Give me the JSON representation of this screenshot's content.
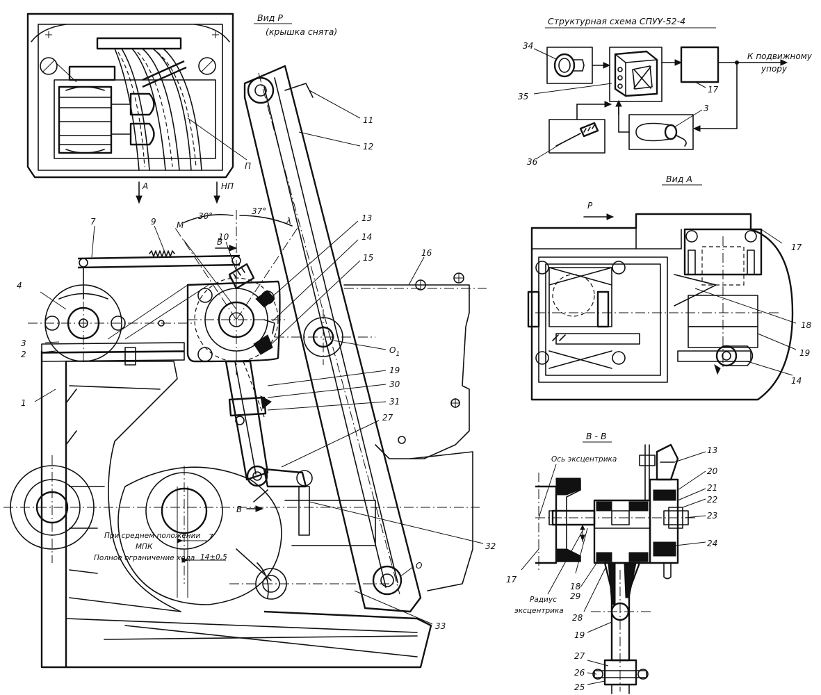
{
  "titles": {
    "view_p": "Вид Р",
    "view_p_note": "(крышка снята)",
    "block_diagram": "Структурная схема СПУУ-52-4",
    "view_a": "Вид А",
    "section_bb": "В - В"
  },
  "annotations": {
    "to_stop": "К подвижному",
    "to_stop_2": "упору",
    "eccentric_axis": "Ось эксцентрика",
    "eccentric_radius": "Радиус",
    "eccentric_radius_2": "эксцентрика",
    "middle_position": "При среднем положении",
    "mpk": "МПК",
    "full_travel": "Полное ограничение хода",
    "dim_7": "7",
    "dim_14": "14±0,5",
    "angle_30": "30°",
    "angle_37": "37°"
  },
  "arrows": {
    "a": "А",
    "np": "НП",
    "p": "Р",
    "m": "М",
    "b_upper": "В",
    "b_lower": "В"
  },
  "callouts_main": {
    "c1": "1",
    "c2": "2",
    "c3": "3",
    "c4": "4",
    "c7": "7",
    "c9": "9",
    "c10": "10",
    "c11": "11",
    "c12": "12",
    "c13": "13",
    "c14": "14",
    "c15": "15",
    "c16": "16",
    "c19": "19",
    "c30": "30",
    "c31": "31",
    "c27": "27",
    "c32": "32",
    "c33": "33",
    "o1": "О",
    "o1sub": "1",
    "o": "О",
    "p_cable": "П",
    "angle_letter": "λ"
  },
  "callouts_block": {
    "c34": "34",
    "c35": "35",
    "c36": "36",
    "c17": "17",
    "c3": "3"
  },
  "callouts_view_a": {
    "c17": "17",
    "c18": "18",
    "c19": "19",
    "c14": "14"
  },
  "callouts_section": {
    "c13": "13",
    "c20": "20",
    "c21": "21",
    "c22": "22",
    "c23": "23",
    "c24": "24",
    "c17": "17",
    "c18": "18",
    "c29": "29",
    "c28": "28",
    "c19": "19",
    "c27": "27",
    "c26": "26",
    "c25": "25"
  }
}
